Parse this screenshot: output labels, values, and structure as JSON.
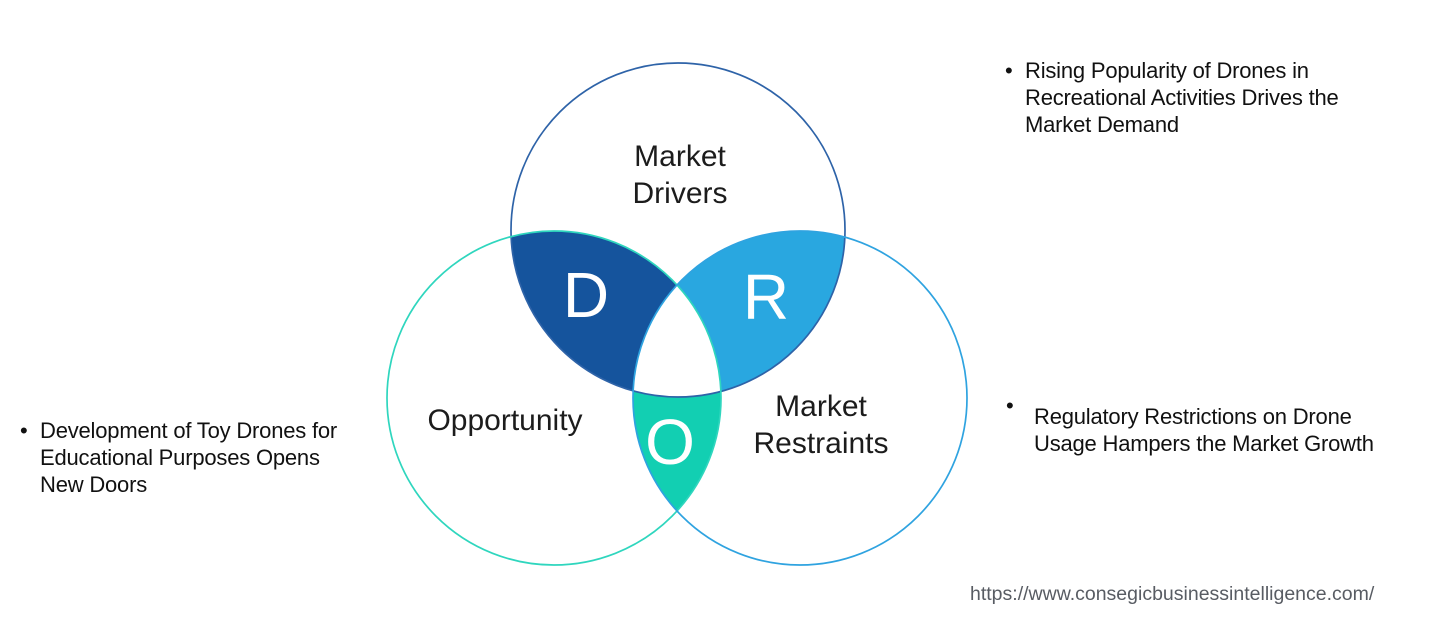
{
  "diagram": {
    "drivers": {
      "label_lines": [
        "Market",
        "Drivers"
      ],
      "outline_color": "#2e63a8",
      "region_letter": "D",
      "region_fill": "#15549d"
    },
    "opportunity": {
      "label": "Opportunity",
      "outline_color": "#2fd6be",
      "region_letter": "O",
      "region_fill": "#12cfb2"
    },
    "restraints": {
      "label_lines": [
        "Market",
        "Restraints"
      ],
      "outline_color": "#2fa3e0",
      "region_letter": "R",
      "region_fill": "#29a7e0"
    }
  },
  "notes": {
    "bullet": "•",
    "drivers": {
      "lines": [
        "Rising Popularity of Drones in",
        "Recreational Activities Drives the",
        "Market Demand"
      ]
    },
    "opportunity": {
      "lines": [
        "Development of Toy Drones for",
        "Educational Purposes Opens",
        "New Doors"
      ]
    },
    "restraints": {
      "lines": [
        "Regulatory Restrictions on Drone",
        "Usage Hampers the Market Growth"
      ]
    }
  },
  "footer": {
    "url": "https://www.consegicbusinessintelligence.com/"
  }
}
